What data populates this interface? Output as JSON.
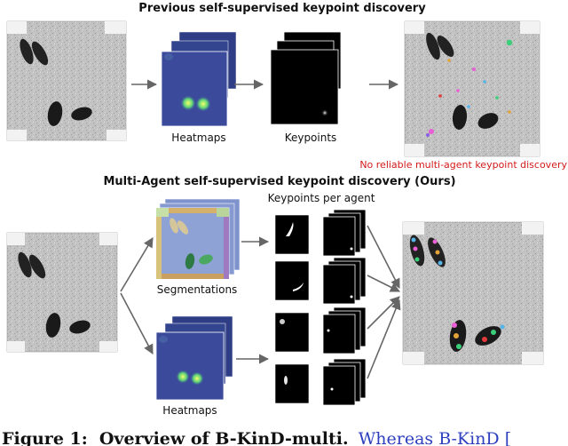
{
  "top": {
    "title": "Previous self-supervised keypoint discovery",
    "heatmaps_label": "Heatmaps",
    "keypoints_label": "Keypoints",
    "failure_note": "No reliable multi-agent keypoint discovery"
  },
  "bottom": {
    "title": "Multi-Agent self-supervised keypoint discovery (Ours)",
    "keypoints_per_agent_label": "Keypoints per agent",
    "segmentations_label": "Segmentations",
    "heatmaps_label": "Heatmaps"
  },
  "caption": {
    "prefix": "Figure 1:",
    "bold_text": "Overview of B-KinD-multi.",
    "accent_text": "Whereas B-KinD ["
  },
  "colors": {
    "heatmap_bg": "#3b4a9b",
    "heatmap_blob": "#c8e63a",
    "segmentation_bg": "#8ea2d6",
    "arena_bg": "#bdbdbd",
    "failure_red": "#d41a1a",
    "caption_blue": "#2d3fbf",
    "keypoint_pink": "#e85fd6"
  }
}
